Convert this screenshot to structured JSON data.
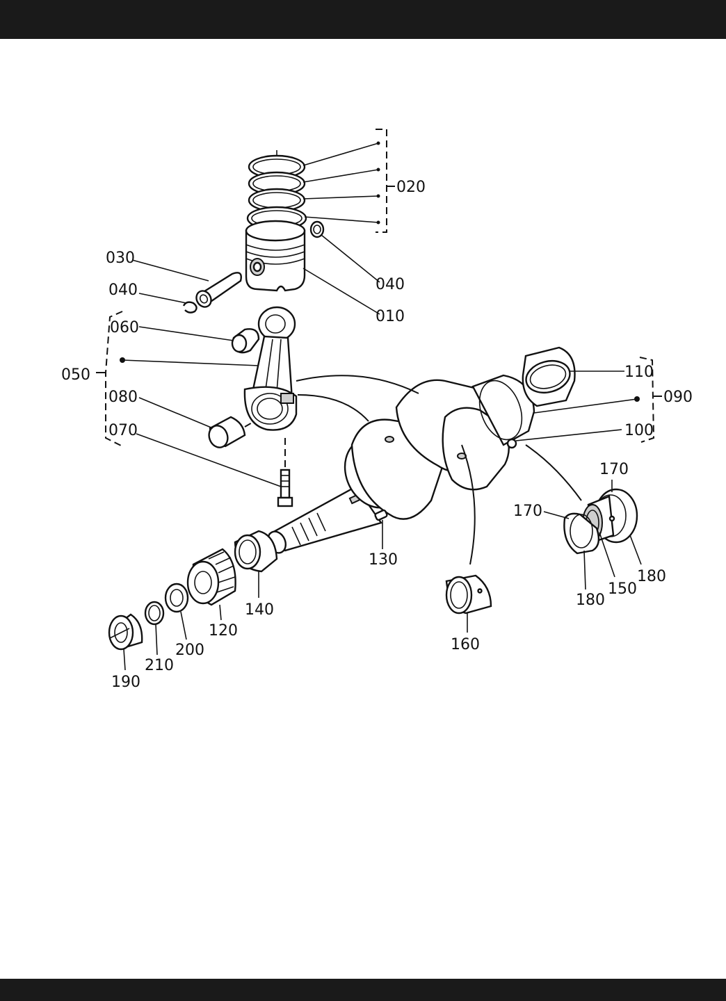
{
  "labels": {
    "p010": "010",
    "p020": "020",
    "p030": "030",
    "p040a": "040",
    "p040b": "040",
    "p050": "050",
    "p060": "060",
    "p070": "070",
    "p080": "080",
    "p090": "090",
    "p100": "100",
    "p110": "110",
    "p120": "120",
    "p130": "130",
    "p140": "140",
    "p150": "150",
    "p160": "160",
    "p170a": "170",
    "p170b": "170",
    "p180a": "180",
    "p180b": "180",
    "p190": "190",
    "p200": "200",
    "p210": "210"
  }
}
